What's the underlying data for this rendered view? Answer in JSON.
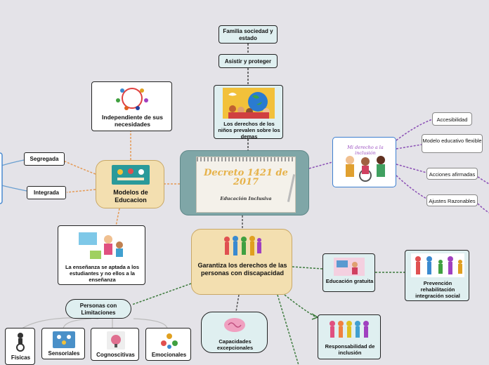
{
  "center": {
    "title": "Decreto 1421 de 2017",
    "subtitle": "Educación Inclusiva"
  },
  "top": {
    "familia": "Familia sociedad y estado",
    "asistir": "Asistir y proteger",
    "derechos": "Los derechos de los niños prevalen sobre los demas"
  },
  "left": {
    "independiente": "Independiente de sus necesidades",
    "modelos": "Modelos de Educacion",
    "segregada": "Segregada",
    "integrada": "Integrada",
    "ensenanza": "La enseñanza se aptada a los estudiantes y no ellos a la enseñanza"
  },
  "right": {
    "image_text": "Mi derecho a la inclusión",
    "accesibilidad": "Accesibilidad",
    "modelo_flexible": "Modelo educativo flexible",
    "acciones": "Acciones afirmadas",
    "ajustes": "Ajustes Razonables"
  },
  "bottom": {
    "garantiza": "Garantiza los derechos de las personas con discapacidad",
    "personas": "Personas con Limitaciones",
    "fisicas": "Físicas",
    "sensoriales": "Sensoriales",
    "cognoscitivas": "Cognoscitivas",
    "emocionales": "Emocionales",
    "capacidades": "Capacidades excepcionales",
    "educacion_gratuita": "Educación gratuita",
    "prevencion": "Prevención rehabilitación integración social",
    "responsabilidad": "Responsabilidad de inclusión"
  }
}
